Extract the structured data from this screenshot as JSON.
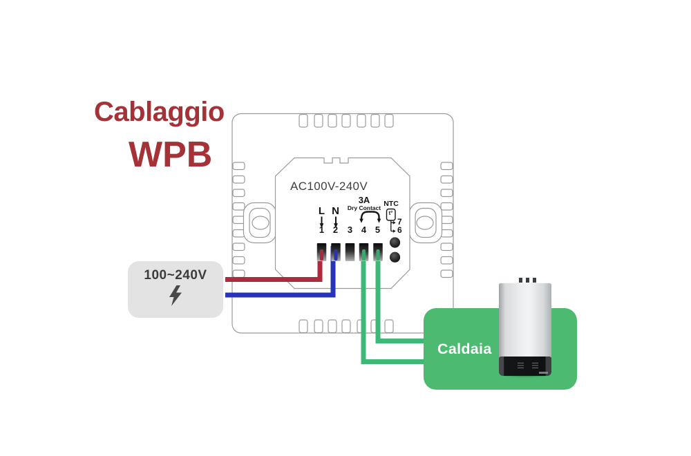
{
  "title": {
    "heading": "Cablaggio",
    "model": "WPB",
    "color": "#a43237"
  },
  "thermostat": {
    "voltage_rating": "AC100V-240V",
    "terminals": {
      "live_label": "L",
      "neutral_label": "N",
      "numbers": [
        "1",
        "2",
        "3",
        "4",
        "5"
      ],
      "sensor_terminal_upper": "7",
      "sensor_terminal_lower": "6"
    },
    "relay": {
      "rating": "3A",
      "label": "Dry Contact"
    },
    "ntc_sensor": {
      "label": "NTC",
      "symbol": "t°"
    }
  },
  "power_supply": {
    "label": "100~240V",
    "icon": "lightning-bolt-icon"
  },
  "boiler": {
    "label": "Caldaia",
    "box_color": "#4cba71"
  },
  "wires": {
    "live_color": "#ad2b3d",
    "neutral_color": "#2733b8",
    "boiler_color": "#3fb877"
  }
}
